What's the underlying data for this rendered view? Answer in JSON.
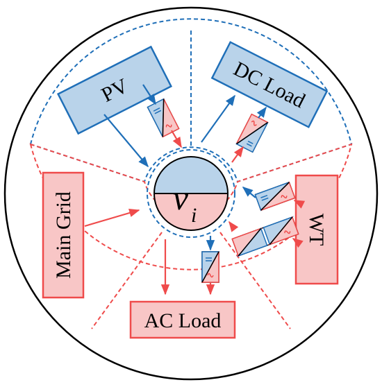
{
  "diagram": {
    "center_label": "v",
    "center_subscript": "i",
    "nodes": {
      "pv": "PV",
      "dc_load": "DC Load",
      "wt": "WT",
      "ac_load": "AC Load",
      "main_grid": "Main Grid"
    },
    "colors": {
      "dc_stroke": "#1f6fb8",
      "dc_fill": "#b9d3ea",
      "ac_stroke": "#ef4b4b",
      "ac_fill": "#f8c6c6",
      "outline": "#000000"
    }
  }
}
